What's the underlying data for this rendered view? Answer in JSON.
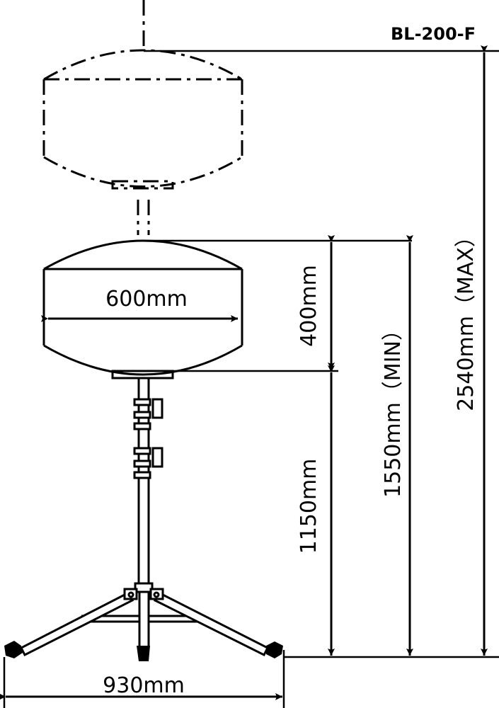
{
  "model_label": "BL-200-F",
  "colors": {
    "line": "#000000",
    "background": "#ffffff"
  },
  "dimensions": {
    "balloon_width": "600mm",
    "balloon_height": "400mm",
    "stand_height": "1150mm",
    "min_height": "1550mm（MIN）",
    "max_height": "2540mm（MAX）",
    "base_width": "930mm"
  }
}
